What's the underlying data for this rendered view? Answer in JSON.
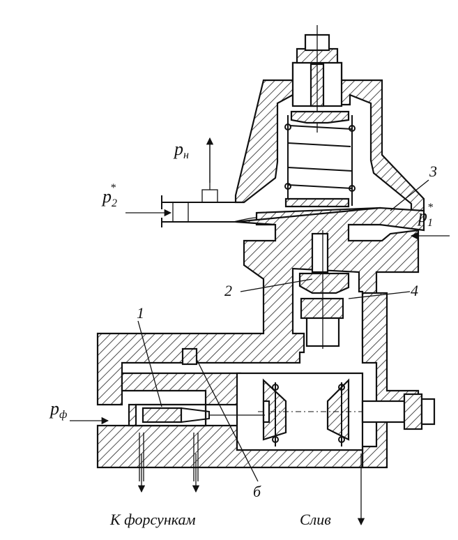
{
  "labels": {
    "p_n": {
      "main": "p",
      "sub": "н"
    },
    "p2": {
      "main": "p",
      "sub": "2",
      "sup": "*"
    },
    "p1": {
      "main": "p",
      "sub": "1",
      "sup": "*"
    },
    "p_f": {
      "main": "p",
      "sub": "ф"
    },
    "part1": "1",
    "part2": "2",
    "part3": "3",
    "part4": "4",
    "part6": "б",
    "to_injectors": "К форсункам",
    "drain": "Слив"
  }
}
